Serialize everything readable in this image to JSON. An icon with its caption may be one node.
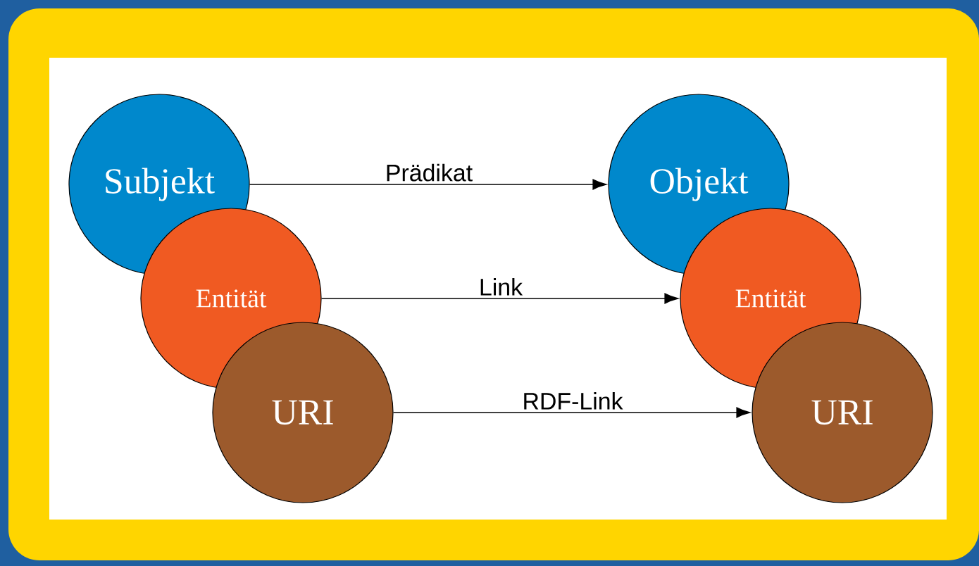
{
  "diagram": {
    "nodes": [
      {
        "text": [
          "Subjekt"
        ]
      },
      {
        "text": [
          "Entität"
        ]
      },
      {
        "text": [
          "URI"
        ]
      },
      {
        "text": [
          "Objekt"
        ]
      },
      {
        "text": [
          "Entität"
        ]
      },
      {
        "text": [
          "URI"
        ]
      }
    ],
    "edges": [
      {
        "from": 0,
        "to": 3,
        "arrow": "to",
        "label": "Prädikat"
      },
      {
        "from": 1,
        "to": 4,
        "arrow": "to",
        "label": "Link"
      },
      {
        "from": 2,
        "to": 5,
        "arrow": "to",
        "label": "RDF-Link"
      }
    ]
  }
}
